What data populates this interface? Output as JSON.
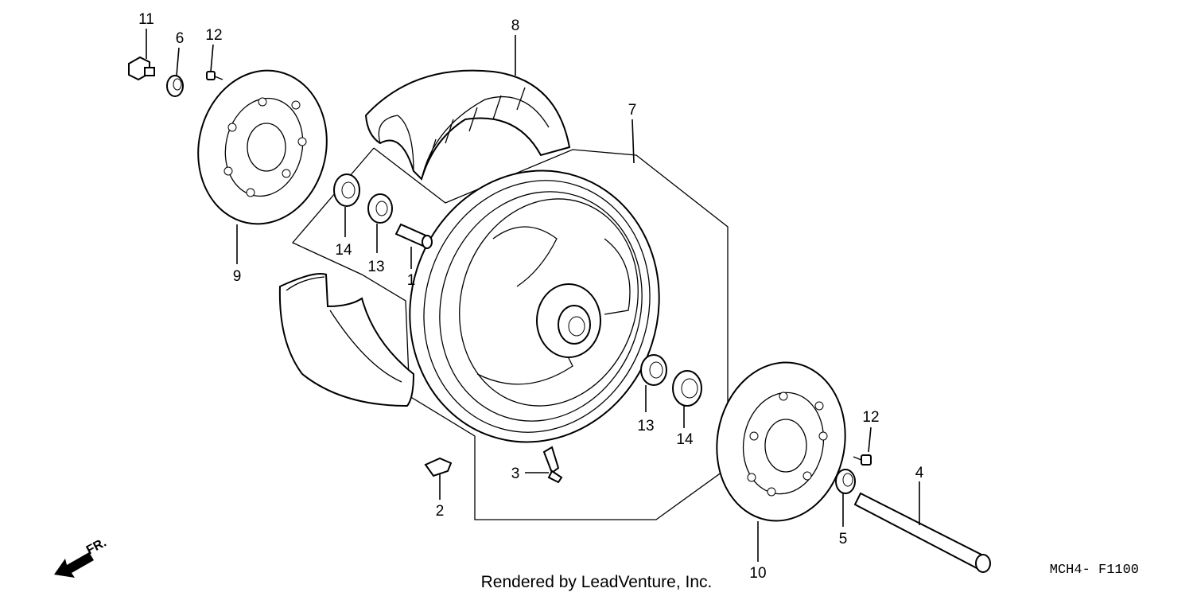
{
  "diagram": {
    "callouts": {
      "c1": "1",
      "c2": "2",
      "c3": "3",
      "c4": "4",
      "c5": "5",
      "c6": "6",
      "c7": "7",
      "c8": "8",
      "c9": "9",
      "c10": "10",
      "c11": "11",
      "c12a": "12",
      "c12b": "12",
      "c13a": "13",
      "c13b": "13",
      "c14a": "14",
      "c14b": "14"
    },
    "front_arrow_label": "FR.",
    "credit": "Rendered by LeadVenture, Inc.",
    "diagram_code": "MCH4- F1100"
  }
}
